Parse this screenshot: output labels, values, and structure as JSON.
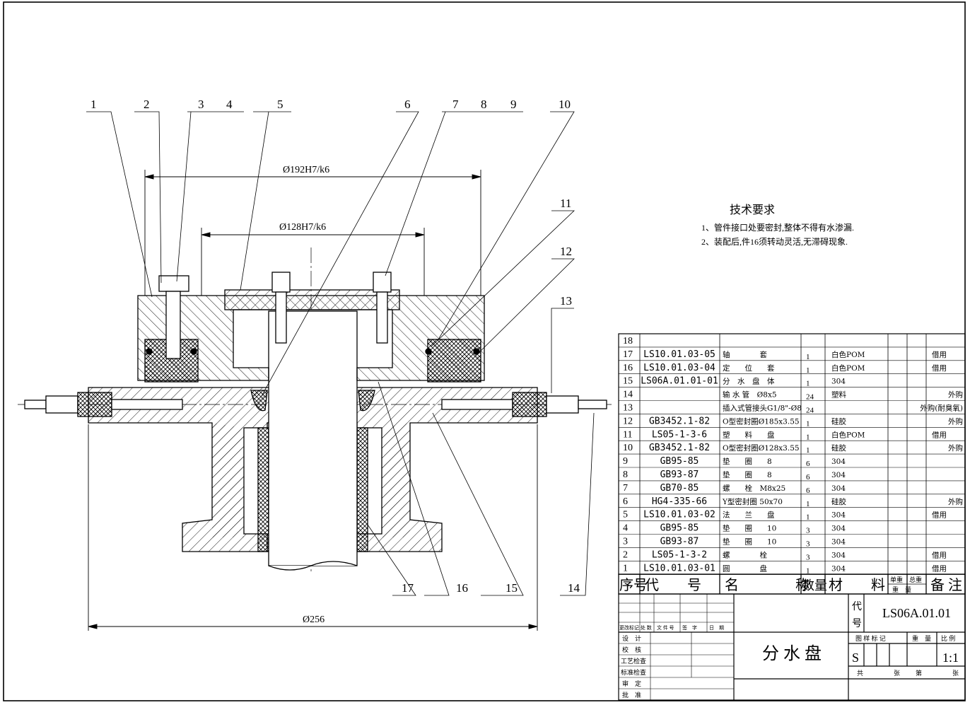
{
  "drawing": {
    "balloons": [
      "1",
      "2",
      "3",
      "4",
      "5",
      "6",
      "7",
      "8",
      "9",
      "10",
      "11",
      "12",
      "13",
      "14",
      "15",
      "16",
      "17"
    ],
    "dimensions": {
      "outer_fit": "Ø192H7/k6",
      "inner_fit": "Ø128H7/k6",
      "base_dia": "Ø256"
    }
  },
  "tech_requirements": {
    "title": "技术要求",
    "items": [
      "1、管件接口处要密封,整体不得有水渗漏.",
      "2、装配后,件16须转动灵活,无滞碍现象."
    ]
  },
  "bom": {
    "rows": [
      {
        "no": "18",
        "code": "",
        "name": "",
        "qty": "",
        "material": "",
        "note": ""
      },
      {
        "no": "17",
        "code": "LS10.01.03-05",
        "name": "轴　　　　套",
        "qty": "1",
        "material": "白色POM",
        "note": "借用"
      },
      {
        "no": "16",
        "code": "LS10.01.03-04",
        "name": "定　　位　　套",
        "qty": "1",
        "material": "白色POM",
        "note": "借用"
      },
      {
        "no": "15",
        "code": "LS06A.01.01-01",
        "name": "分　水　盘　体",
        "qty": "1",
        "material": "304",
        "note": ""
      },
      {
        "no": "14",
        "code": "",
        "name": "输 水 管　Ø8x5",
        "qty": "24",
        "material": "塑料",
        "note": "外购"
      },
      {
        "no": "13",
        "code": "",
        "name": "插入式管接头G1/8\"-Ø8",
        "qty": "24",
        "material": "",
        "note": "外购(耐臭氧)"
      },
      {
        "no": "12",
        "code": "GB3452.1-82",
        "name": "O型密封圈Ø185x3.55",
        "qty": "1",
        "material": "硅胶",
        "note": "外购"
      },
      {
        "no": "11",
        "code": "LS05-1-3-6",
        "name": "塑　　料　　盘",
        "qty": "1",
        "material": "白色POM",
        "note": "借用"
      },
      {
        "no": "10",
        "code": "GB3452.1-82",
        "name": "O型密封圈Ø128x3.55",
        "qty": "1",
        "material": "硅胶",
        "note": "外购"
      },
      {
        "no": "9",
        "code": "GB95-85",
        "name": "垫　　圈　　8",
        "qty": "6",
        "material": "304",
        "note": ""
      },
      {
        "no": "8",
        "code": "GB93-87",
        "name": "垫　　圈　　8",
        "qty": "6",
        "material": "304",
        "note": ""
      },
      {
        "no": "7",
        "code": "GB70-85",
        "name": "螺　　栓　M8x25",
        "qty": "6",
        "material": "304",
        "note": ""
      },
      {
        "no": "6",
        "code": "HG4-335-66",
        "name": "Y型密封圈 50x70",
        "qty": "1",
        "material": "硅胶",
        "note": "外购"
      },
      {
        "no": "5",
        "code": "LS10.01.03-02",
        "name": "法　　兰　　盘",
        "qty": "1",
        "material": "304",
        "note": "借用"
      },
      {
        "no": "4",
        "code": "GB95-85",
        "name": "垫　　圈　　10",
        "qty": "3",
        "material": "304",
        "note": ""
      },
      {
        "no": "3",
        "code": "GB93-87",
        "name": "垫　　圈　　10",
        "qty": "3",
        "material": "304",
        "note": ""
      },
      {
        "no": "2",
        "code": "LS05-1-3-2",
        "name": "螺　　　　栓",
        "qty": "3",
        "material": "304",
        "note": "借用"
      },
      {
        "no": "1",
        "code": "LS10.01.03-01",
        "name": "圆　　　　盘",
        "qty": "1",
        "material": "304",
        "note": "借用"
      }
    ],
    "header": {
      "no": "序号",
      "code": "代　　号",
      "name": "名　　　　称",
      "qty": "数量",
      "material": "材　　料",
      "unit_weight": "单重",
      "total_weight": "总重",
      "weight": "重　量",
      "note": "备 注"
    }
  },
  "title_block": {
    "code_label": "代号",
    "drawing_code": "LS06A.01.01",
    "title": "分 水 盘",
    "revision_header": [
      "更改标记",
      "处 数",
      "文 件 号",
      "签　字",
      "日　期"
    ],
    "signoff_labels": [
      "设　计",
      "校　核",
      "工艺检查",
      "标准检查",
      "审　定",
      "批　准"
    ],
    "stage_header": [
      "图 样 标 记",
      "重　量",
      "比 例"
    ],
    "stage_mark": "S",
    "scale": "1:1",
    "sheet": {
      "total": "共",
      "unit": "张",
      "page": "第",
      "page_unit": "张"
    }
  }
}
